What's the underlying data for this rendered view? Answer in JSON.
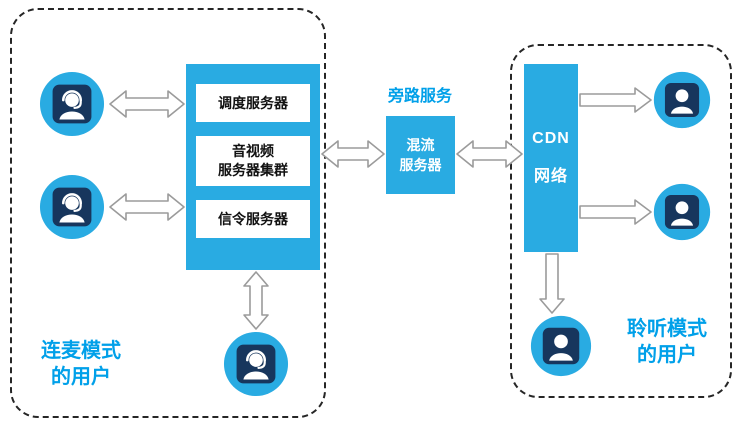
{
  "colors": {
    "primary": "#29abe2",
    "caption_blue": "#00a0e9",
    "arrow_fill": "#ffffff",
    "arrow_outline": "#9b9b9b",
    "avatar_frame": "#17365d",
    "boundary_dash": "#262626"
  },
  "left_panel": {
    "caption_line1": "连麦模式",
    "caption_line2": "的用户",
    "servers": {
      "dispatch": "调度服务器",
      "av_cluster_line1": "音视频",
      "av_cluster_line2": "服务器集群",
      "signaling": "信令服务器"
    }
  },
  "bypass": {
    "label": "旁路服务",
    "mixing_line1": "混流",
    "mixing_line2": "服务器"
  },
  "right_panel": {
    "cdn_line1": "CDN",
    "cdn_line2": "网络",
    "caption_line1": "聆听模式",
    "caption_line2": "的用户"
  }
}
